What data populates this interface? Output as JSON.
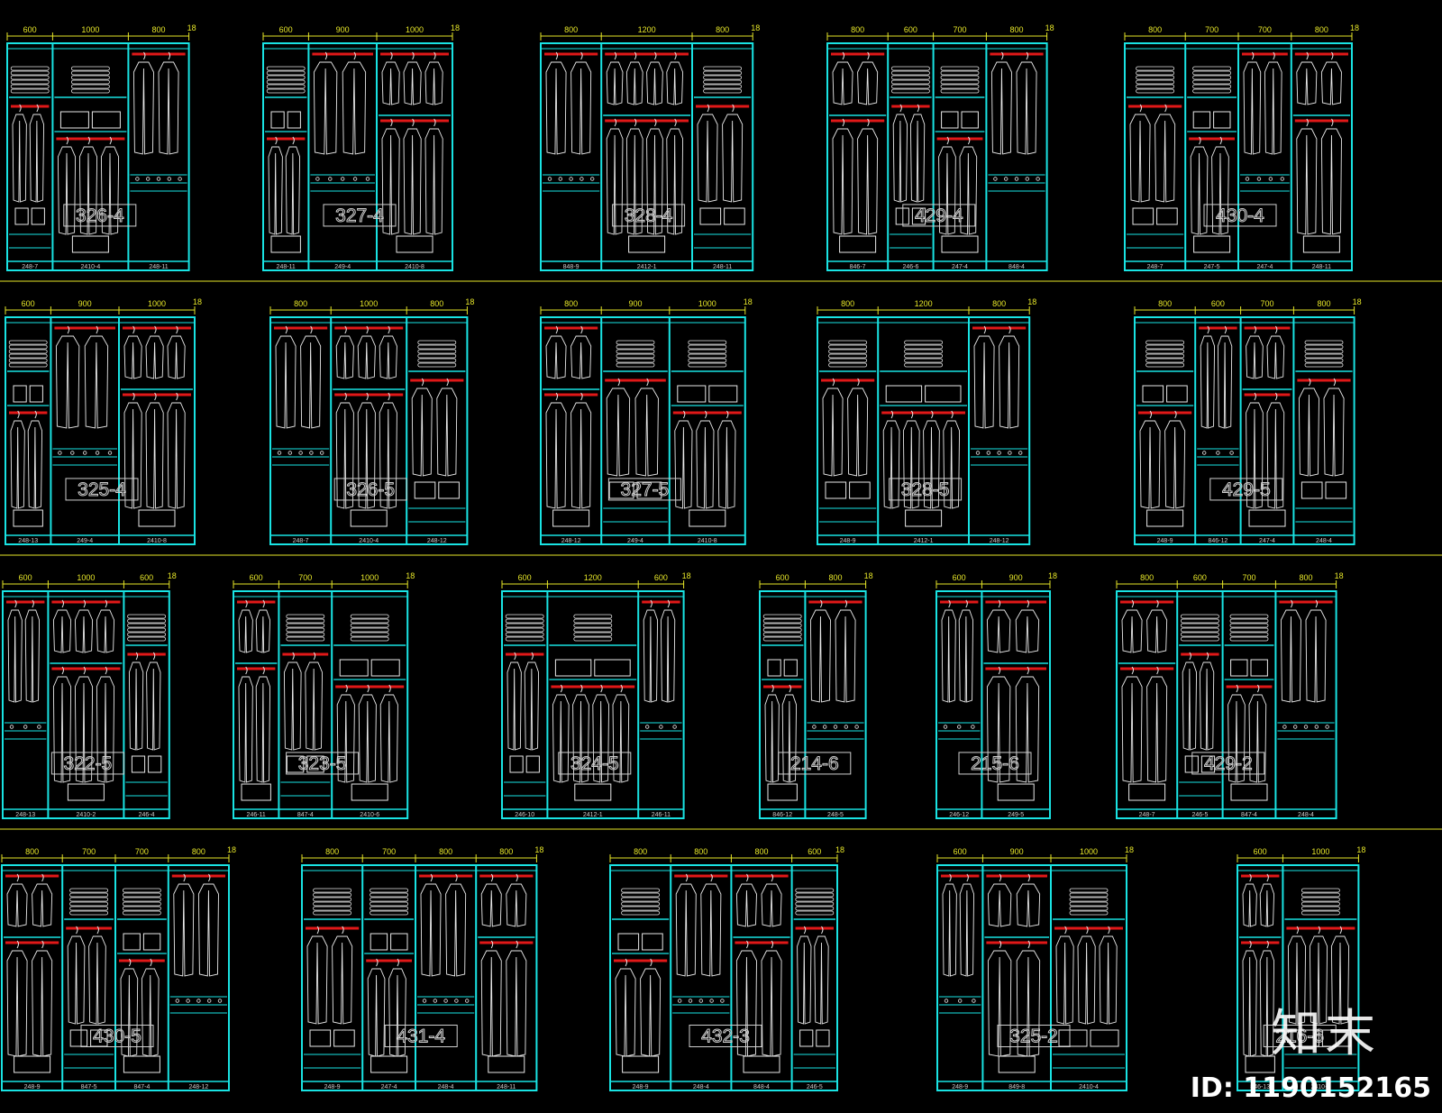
{
  "colors": {
    "frame": "#19e3e3",
    "dim": "#e6e629",
    "rod": "#e01818",
    "garment": "#e8e8e8",
    "label": "#cfcfcf",
    "bg": "#000000"
  },
  "thickness_note": "18",
  "watermark": {
    "logo": "知末",
    "id": "ID: 1190152165"
  },
  "rows": [
    [
      {
        "code": "326-4",
        "widths": [
          600,
          1000,
          800
        ],
        "bottoms": [
          "248-7",
          "2410-4",
          "248-11"
        ]
      },
      {
        "code": "327-4",
        "widths": [
          600,
          900,
          1000
        ],
        "bottoms": [
          "248-11",
          "249-4",
          "2410-8"
        ]
      },
      {
        "code": "328-4",
        "widths": [
          800,
          1200,
          800
        ],
        "bottoms": [
          "848-9",
          "2412-1",
          "248-11"
        ]
      },
      {
        "code": "429-4",
        "widths": [
          800,
          600,
          700,
          800
        ],
        "bottoms": [
          "846-7",
          "246-6",
          "247-4",
          "848-4"
        ]
      },
      {
        "code": "430-4",
        "widths": [
          800,
          700,
          700,
          800
        ],
        "bottoms": [
          "248-7",
          "247-5",
          "247-4",
          "248-11"
        ]
      }
    ],
    [
      {
        "code": "325-4",
        "widths": [
          600,
          900,
          1000
        ],
        "bottoms": [
          "248-13",
          "249-4",
          "2410-8"
        ]
      },
      {
        "code": "326-5",
        "widths": [
          800,
          1000,
          800
        ],
        "bottoms": [
          "248-7",
          "2410-4",
          "248-12"
        ]
      },
      {
        "code": "327-5",
        "widths": [
          800,
          900,
          1000
        ],
        "bottoms": [
          "248-12",
          "249-4",
          "2410-8"
        ]
      },
      {
        "code": "328-5",
        "widths": [
          800,
          1200,
          800
        ],
        "bottoms": [
          "248-9",
          "2412-1",
          "248-12"
        ]
      },
      {
        "code": "429-5",
        "widths": [
          800,
          600,
          700,
          800
        ],
        "bottoms": [
          "248-9",
          "846-12",
          "247-4",
          "248-4"
        ]
      }
    ],
    [
      {
        "code": "322-5",
        "widths": [
          600,
          1000,
          600
        ],
        "bottoms": [
          "248-13",
          "2410-2",
          "246-4"
        ]
      },
      {
        "code": "323-5",
        "widths": [
          600,
          700,
          1000
        ],
        "bottoms": [
          "246-11",
          "847-4",
          "2410-6"
        ]
      },
      {
        "code": "324-5",
        "widths": [
          600,
          1200,
          600
        ],
        "bottoms": [
          "246-10",
          "2412-1",
          "246-11"
        ]
      },
      {
        "code": "214-6",
        "widths": [
          600,
          800
        ],
        "bottoms": [
          "846-12",
          "248-5"
        ]
      },
      {
        "code": "215-6",
        "widths": [
          600,
          900
        ],
        "bottoms": [
          "246-12",
          "249-5"
        ]
      },
      {
        "code": "429-2",
        "widths": [
          800,
          600,
          700,
          800
        ],
        "bottoms": [
          "248-7",
          "246-5",
          "847-4",
          "248-4"
        ]
      }
    ],
    [
      {
        "code": "430-5",
        "widths": [
          800,
          700,
          700,
          800
        ],
        "bottoms": [
          "248-9",
          "847-5",
          "847-4",
          "248-12"
        ]
      },
      {
        "code": "431-4",
        "widths": [
          800,
          700,
          800,
          800
        ],
        "bottoms": [
          "248-9",
          "247-4",
          "248-4",
          "248-11"
        ]
      },
      {
        "code": "432-3",
        "widths": [
          800,
          800,
          800,
          600
        ],
        "bottoms": [
          "248-9",
          "248-4",
          "848-4",
          "246-5"
        ]
      },
      {
        "code": "325-2",
        "widths": [
          600,
          900,
          1000
        ],
        "bottoms": [
          "248-9",
          "849-8",
          "2410-4"
        ]
      },
      {
        "code": "216-6",
        "widths": [
          600,
          1000
        ],
        "bottoms": [
          "846-13",
          "2410-6"
        ]
      }
    ]
  ]
}
